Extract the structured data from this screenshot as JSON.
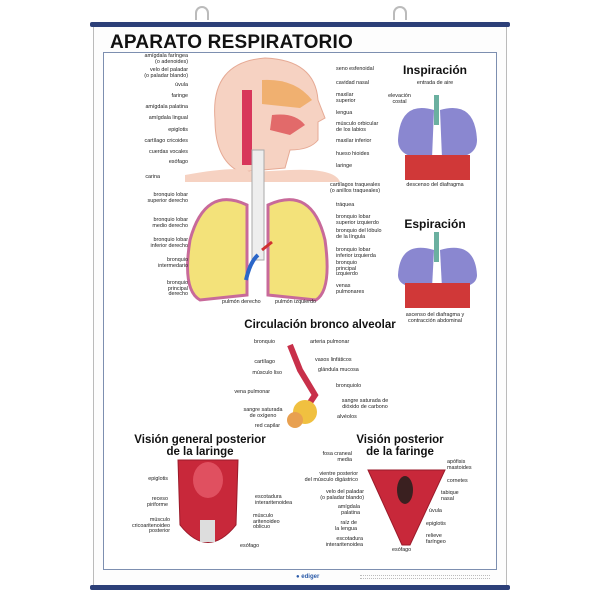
{
  "title": "APARATO RESPIRATORIO",
  "main": {
    "left_labels": [
      "amígdala faríngea\n(o adenoides)",
      "velo del paladar\n(o paladar blando)",
      "úvula",
      "faringe",
      "amígdala palatina",
      "amígdala lingual",
      "epiglotis",
      "cartílago cricoides",
      "cuerdas vocales",
      "esófago",
      "carina",
      "bronquio lobar\nsuperior derecho",
      "bronquio lobar\nmedio derecho",
      "bronquio lobar\ninferior derecho",
      "bronquio\nintermedario",
      "bronquio\nprincipal\nderecho"
    ],
    "right_labels": [
      "seno esfenoidal",
      "cavidad nasal",
      "maxilar\nsuperior",
      "lengua",
      "músculo orbicular\nde los labios",
      "maxilar inferior",
      "hueso hioides",
      "laringe",
      "cartílagos traqueales\n(o anillos traqueales)",
      "tráquea",
      "bronquio lobar\nsuperior izquierdo",
      "bronquio del lóbulo\nde la língula",
      "bronquio lobar\ninferior izquierda",
      "bronquio\nprincipal\nizquierdo",
      "venas\npulmonares"
    ],
    "bottom_labels": [
      "pulmón derecho",
      "pulmón izquierdo"
    ]
  },
  "inspiracion": {
    "title": "Inspiración",
    "top": "entrada de aire",
    "side": "elevación\ncostal",
    "caption": "descenso del diafragma"
  },
  "espiracion": {
    "title": "Espiración",
    "caption": "ascenso del diafragma y\ncontracción abdominal"
  },
  "circulacion": {
    "title": "Circulación bronco alveolar",
    "left": [
      "bronquio",
      "cartílago",
      "músculo liso",
      "vena pulmonar",
      "sangre saturada\nde oxígeno",
      "red capilar"
    ],
    "right": [
      "arteria pulmonar",
      "vasos linfáticos",
      "glándula mucosa",
      "bronquiolo",
      "sangre saturada de\ndióxido de carbono",
      "alvéolos"
    ]
  },
  "laringe": {
    "title": "Visión general posterior\nde la laringe",
    "left": [
      "epiglotis",
      "receso\npiriforme",
      "músculo\ncricoaritenoideo\nposterior"
    ],
    "right": [
      "escotadura\ninteraritenoidea",
      "músculo\naritenoideo\noblicuo",
      "esófago"
    ]
  },
  "faringe": {
    "title": "Visión posterior\nde la faringe",
    "left": [
      "fosa craneal\nmedia",
      "vientre posterior\ndel músculo digástrico",
      "velo del paladar\n(o paladar blando)",
      "amígdala\npalatina",
      "raíz de\nla lengua",
      "escotadura\ninteraritenoidea"
    ],
    "right": [
      "apófisis\nmastoides",
      "cornetes",
      "tabique\nnasal",
      "úvula",
      "epiglotis",
      "relieve\nfaríngeo"
    ],
    "bottom": "esófago"
  },
  "footer": {
    "brand": "ediger"
  },
  "colors": {
    "rod": "#2c3f78",
    "tissue": "#c8283a",
    "lung": "#f3e27a",
    "blue_lung": "#8a87d0"
  }
}
